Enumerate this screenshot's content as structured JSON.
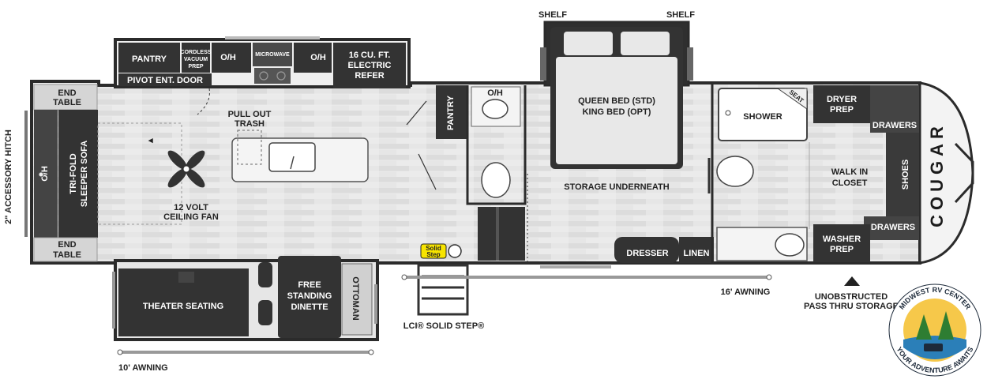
{
  "labels": {
    "pantry_upper": "PANTRY",
    "cordless_vacuum_1": "CORDLESS",
    "cordless_vacuum_2": "VACUUM",
    "cordless_vacuum_3": "PREP",
    "oh_1": "O/H",
    "microwave": "MICROWAVE",
    "oh_2": "O/H",
    "refer_1": "16 CU. FT.",
    "refer_2": "ELECTRIC",
    "refer_3": "REFER",
    "pivot_door": "PIVOT ENT. DOOR",
    "end_table_top_1": "END",
    "end_table_top_2": "TABLE",
    "end_table_bottom_1": "END",
    "end_table_bottom_2": "TABLE",
    "sofa_oh": "O/H",
    "sofa_1": "TRI-FOLD",
    "sofa_2": "SLEEPER SOFA",
    "pull_out_1": "PULL OUT",
    "pull_out_2": "TRASH",
    "ceiling_fan_1": "12 VOLT",
    "ceiling_fan_2": "CEILING FAN",
    "theater": "THEATER SEATING",
    "dinette_1": "FREE",
    "dinette_2": "STANDING",
    "dinette_3": "DINETTE",
    "ottoman": "OTTOMAN",
    "awning_10": "10' AWNING",
    "accessory_hitch": "2\" ACCESSORY HITCH",
    "pantry_mid": "PANTRY",
    "bath_oh": "O/H",
    "solid_step_badge_1": "Solid",
    "solid_step_badge_2": "Step",
    "lci_step": "LCI® SOLID STEP®",
    "shelf_left": "SHELF",
    "shelf_right": "SHELF",
    "bed_1": "QUEEN BED (STD)",
    "bed_2": "KING BED (OPT)",
    "storage_underneath": "STORAGE UNDERNEATH",
    "shower": "SHOWER",
    "seat": "SEAT",
    "dresser": "DRESSER",
    "linen": "LINEN",
    "awning_16": "16' AWNING",
    "dryer_1": "DRYER",
    "dryer_2": "PREP",
    "drawers_top": "DRAWERS",
    "closet_1": "WALK IN",
    "closet_2": "CLOSET",
    "shoes": "SHOES",
    "drawers_bottom": "DRAWERS",
    "washer_1": "WASHER",
    "washer_2": "PREP",
    "pass_thru_1": "UNOBSTRUCTED",
    "pass_thru_2": "PASS THRU STORAGE",
    "brand": "COUGAR",
    "logo_top": "MIDWEST RV CENTER",
    "logo_bottom": "YOUR ADVENTURE AWAITS"
  },
  "colors": {
    "cabinet_dark": "#333333",
    "floor": "#e4e4e4",
    "wall": "#2b2b2b",
    "counter": "#f4f4f4"
  }
}
